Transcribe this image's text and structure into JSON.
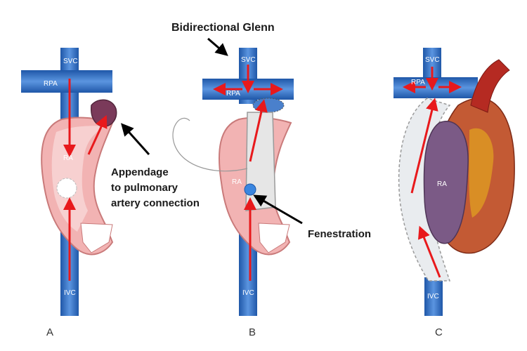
{
  "annotations": {
    "glenn": "Bidirectional Glenn",
    "appendage_line1": "Appendage",
    "appendage_line2": "to pulmonary",
    "appendage_line3": "artery connection",
    "fenestration": "Fenestration"
  },
  "vessel_labels": {
    "svc": "SVC",
    "rpa": "RPA",
    "ra": "RA",
    "ivc": "IVC"
  },
  "panels": [
    {
      "label": "A"
    },
    {
      "label": "B"
    },
    {
      "label": "C"
    }
  ],
  "colors": {
    "vein": "#2f6fc4",
    "vein_light": "#6fa3e6",
    "atrium": "#f2b3b3",
    "atrium_dark": "#c97a7a",
    "flow_arrow": "#e8191c",
    "callout_arrow": "#000000",
    "appendage": "#7a3a5a",
    "conduit": "#dcdcdc",
    "heart_muscle": "#b43a2a",
    "fat": "#e0a020"
  }
}
